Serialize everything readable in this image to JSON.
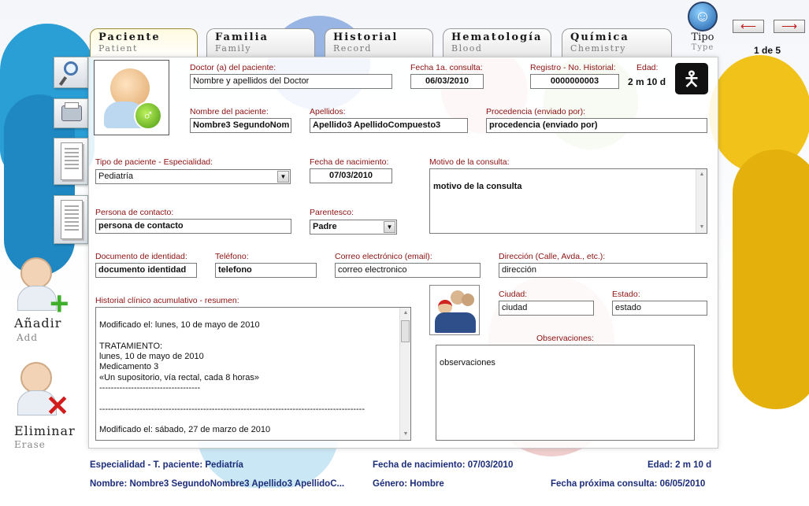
{
  "tabs": [
    {
      "label": "Paciente",
      "sub": "Patient"
    },
    {
      "label": "Familia",
      "sub": "Family"
    },
    {
      "label": "Historial",
      "sub": "Record"
    },
    {
      "label": "Hematología",
      "sub": "Blood"
    },
    {
      "label": "Química",
      "sub": "Chemistry"
    }
  ],
  "tipo": {
    "label": "Tipo",
    "sub": "Type"
  },
  "nav": {
    "counter": "1 de 5",
    "prev_icon": "arrow-left-icon",
    "next_icon": "arrow-right-icon"
  },
  "actions": {
    "add_label": "Añadir",
    "add_sub": "Add",
    "erase_label": "Eliminar",
    "erase_sub": "Erase"
  },
  "form": {
    "doctor": {
      "label": "Doctor (a) del paciente:",
      "value": "Nombre y apellidos del Doctor"
    },
    "fecha_consulta": {
      "label": "Fecha 1a. consulta:",
      "value": "06/03/2010"
    },
    "registro": {
      "label": "Registro - No. Historial:",
      "value": "0000000003"
    },
    "edad": {
      "label": "Edad:",
      "value": "2 m 10 d"
    },
    "nombre": {
      "label": "Nombre del paciente:",
      "value": "Nombre3 SegundoNom"
    },
    "apellidos": {
      "label": "Apellidos:",
      "value": "Apellido3 ApellidoCompuesto3"
    },
    "procedencia": {
      "label": "Procedencia (enviado por):",
      "value": "procedencia (enviado por)"
    },
    "tipo_paciente": {
      "label": "Tipo de paciente - Especialidad:",
      "value": "Pediatría"
    },
    "fecha_nac": {
      "label": "Fecha de nacimiento:",
      "value": "07/03/2010"
    },
    "motivo": {
      "label": "Motivo de la consulta:",
      "value": "motivo de la consulta"
    },
    "contacto": {
      "label": "Persona de contacto:",
      "value": "persona de contacto"
    },
    "parentesco": {
      "label": "Parentesco:",
      "value": "Padre"
    },
    "documento": {
      "label": "Documento de identidad:",
      "value": "documento identidad"
    },
    "telefono": {
      "label": "Teléfono:",
      "value": "telefono"
    },
    "correo": {
      "label": "Correo electrónico (email):",
      "value": "correo electronico"
    },
    "direccion": {
      "label": "Dirección (Calle, Avda., etc.):",
      "value": "dirección"
    },
    "historial": {
      "label": "Historial clínico acumulativo - resumen:",
      "value": "Modificado el: lunes, 10 de mayo de 2010\n\nTRATAMIENTO:\nlunes, 10 de mayo de 2010\nMedicamento 3\n«Un supositorio, vía rectal, cada 8 horas»\n-----------------------------------\n\n--------------------------------------------------------------------------------------------\n\nModificado el: sábado, 27 de marzo de 2010"
    },
    "ciudad": {
      "label": "Ciudad:",
      "value": "ciudad"
    },
    "estado": {
      "label": "Estado:",
      "value": "estado"
    },
    "observaciones": {
      "label": "Observaciones:",
      "value": "observaciones"
    }
  },
  "footer": {
    "especialidad": "Especialidad - T. paciente: Pediatría",
    "fecha_nac": "Fecha de nacimiento: 07/03/2010",
    "edad": "Edad: 2 m 10 d",
    "nombre": "Nombre: Nombre3 SegundoNombre3 Apellido3 ApellidoC...",
    "genero": "Género: Hombre",
    "proxima": "Fecha próxima consulta: 06/05/2010"
  }
}
